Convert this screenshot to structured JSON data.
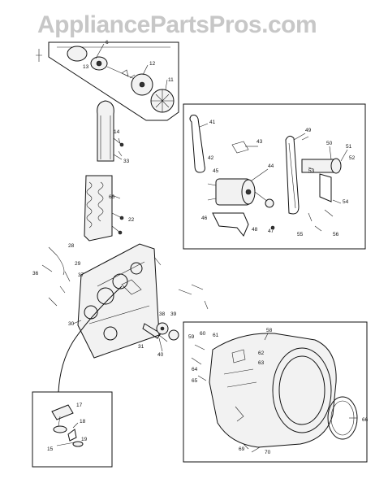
{
  "watermark": {
    "text": "AppliancePartsPros.com",
    "color": "#8c8c8c"
  },
  "callouts": {
    "top_assembly": [
      "6",
      "12",
      "11",
      "13"
    ],
    "exhaust": [
      "14",
      "33"
    ],
    "heater": [
      "66",
      "22"
    ],
    "motor_box": [
      "41",
      "42",
      "43",
      "44",
      "45",
      "46",
      "47",
      "48",
      "49",
      "50",
      "51",
      "52",
      "53",
      "54",
      "55",
      "56"
    ],
    "bulkhead": [
      "28",
      "29",
      "30",
      "31",
      "36",
      "37",
      "38",
      "39",
      "40"
    ],
    "drum": [
      "58",
      "59",
      "60",
      "61",
      "62",
      "63",
      "64",
      "65",
      "66",
      "69",
      "70"
    ],
    "inset": [
      "17",
      "18",
      "19",
      "15"
    ]
  }
}
